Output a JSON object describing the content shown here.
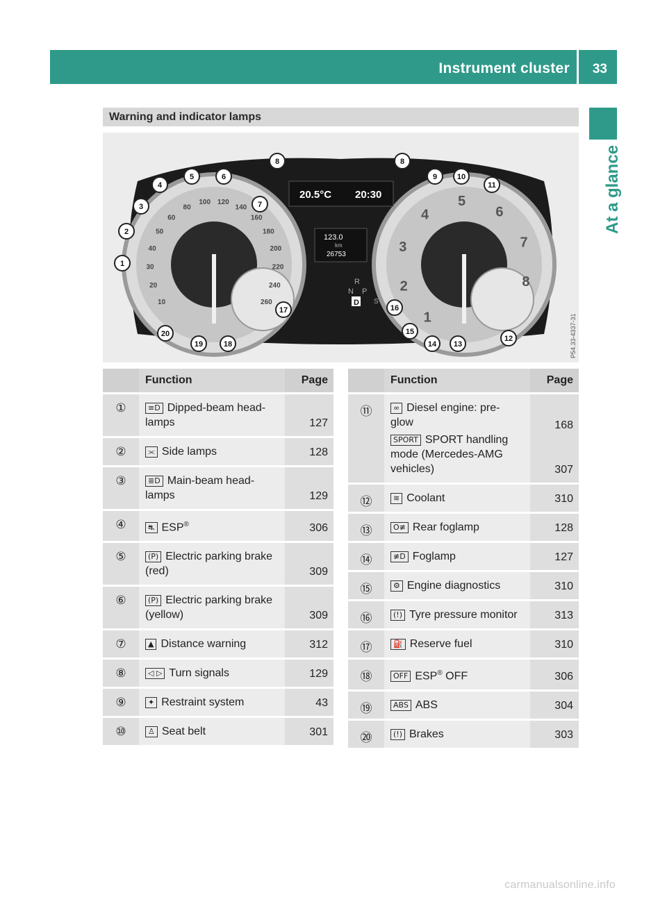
{
  "header": {
    "title": "Instrument cluster",
    "page": "33"
  },
  "side": {
    "label": "At a glance"
  },
  "section": {
    "title": "Warning and indicator lamps"
  },
  "cluster": {
    "temperature": "20.5°C",
    "time": "20:30",
    "trip": "123.0",
    "trip_unit": "km",
    "odometer": "26753",
    "gears": [
      "R",
      "N",
      "P",
      "D"
    ],
    "gear_s": "S",
    "speed_marks": [
      "10",
      "20",
      "30",
      "40",
      "50",
      "60",
      "80",
      "100",
      "120",
      "140",
      "160",
      "180",
      "200",
      "220",
      "240",
      "260"
    ],
    "rpm_marks": [
      "1",
      "2",
      "3",
      "4",
      "5",
      "6",
      "7",
      "8"
    ],
    "callouts": [
      "1",
      "2",
      "3",
      "4",
      "5",
      "6",
      "7",
      "8",
      "8",
      "9",
      "10",
      "11",
      "12",
      "13",
      "14",
      "15",
      "16",
      "17",
      "18",
      "19",
      "20"
    ],
    "ref_code": "P54.33-4337-31"
  },
  "table_left": {
    "col_function": "Function",
    "col_page": "Page",
    "rows": [
      {
        "num": "①",
        "icon": "≡D",
        "lines": [
          "Dipped-beam head-",
          "lamps"
        ],
        "page": "127"
      },
      {
        "num": "②",
        "icon": "⫘",
        "lines": [
          "Side lamps"
        ],
        "page": "128"
      },
      {
        "num": "③",
        "icon": "≣D",
        "lines": [
          "Main-beam head-",
          "lamps"
        ],
        "page": "129"
      },
      {
        "num": "④",
        "icon": "⛐",
        "lines": [
          "ESP"
        ],
        "sup": "®",
        "page": "306"
      },
      {
        "num": "⑤",
        "icon": "(P)",
        "lines": [
          "Electric parking brake",
          "(red)"
        ],
        "page": "309"
      },
      {
        "num": "⑥",
        "icon": "(P)",
        "lines": [
          "Electric parking brake",
          "(yellow)"
        ],
        "page": "309"
      },
      {
        "num": "⑦",
        "icon": "▲",
        "lines": [
          "Distance warning"
        ],
        "page": "312"
      },
      {
        "num": "⑧",
        "icon": "◁ ▷",
        "lines": [
          "Turn signals"
        ],
        "page": "129"
      },
      {
        "num": "⑨",
        "icon": "✦",
        "lines": [
          "Restraint system"
        ],
        "page": "43"
      },
      {
        "num": "⑩",
        "icon": "♙",
        "lines": [
          "Seat belt"
        ],
        "page": "301"
      }
    ]
  },
  "table_right": {
    "col_function": "Function",
    "col_page": "Page",
    "rows": [
      {
        "num": "⑪",
        "entries": [
          {
            "icon": "∞",
            "lines": [
              "Diesel engine: pre-",
              "glow"
            ],
            "page": "168"
          },
          {
            "icon": "SPORT",
            "lines": [
              "SPORT handling",
              "mode (Mercedes-AMG",
              "vehicles)"
            ],
            "page": "307"
          }
        ]
      },
      {
        "num": "⑫",
        "entries": [
          {
            "icon": "≋",
            "lines": [
              "Coolant"
            ],
            "page": "310"
          }
        ]
      },
      {
        "num": "⑬",
        "entries": [
          {
            "icon": "O≢",
            "lines": [
              "Rear foglamp"
            ],
            "page": "128"
          }
        ]
      },
      {
        "num": "⑭",
        "entries": [
          {
            "icon": "≢D",
            "lines": [
              "Foglamp"
            ],
            "page": "127"
          }
        ]
      },
      {
        "num": "⑮",
        "entries": [
          {
            "icon": "⚙",
            "lines": [
              "Engine diagnostics"
            ],
            "page": "310"
          }
        ]
      },
      {
        "num": "⑯",
        "entries": [
          {
            "icon": "(!)",
            "lines": [
              "Tyre pressure monitor"
            ],
            "page": "313"
          }
        ]
      },
      {
        "num": "⑰",
        "entries": [
          {
            "icon": "⛽",
            "lines": [
              "Reserve fuel"
            ],
            "page": "310"
          }
        ]
      },
      {
        "num": "⑱",
        "entries": [
          {
            "icon": "OFF",
            "lines": [
              "ESP"
            ],
            "sup": "®",
            "suffix": " OFF",
            "page": "306"
          }
        ]
      },
      {
        "num": "⑲",
        "entries": [
          {
            "icon": "ABS",
            "lines": [
              "ABS"
            ],
            "page": "304"
          }
        ]
      },
      {
        "num": "⑳",
        "entries": [
          {
            "icon": "(!)",
            "lines": [
              "Brakes"
            ],
            "page": "303"
          }
        ]
      }
    ]
  },
  "footer": {
    "watermark": "carmanualsonline.info"
  }
}
